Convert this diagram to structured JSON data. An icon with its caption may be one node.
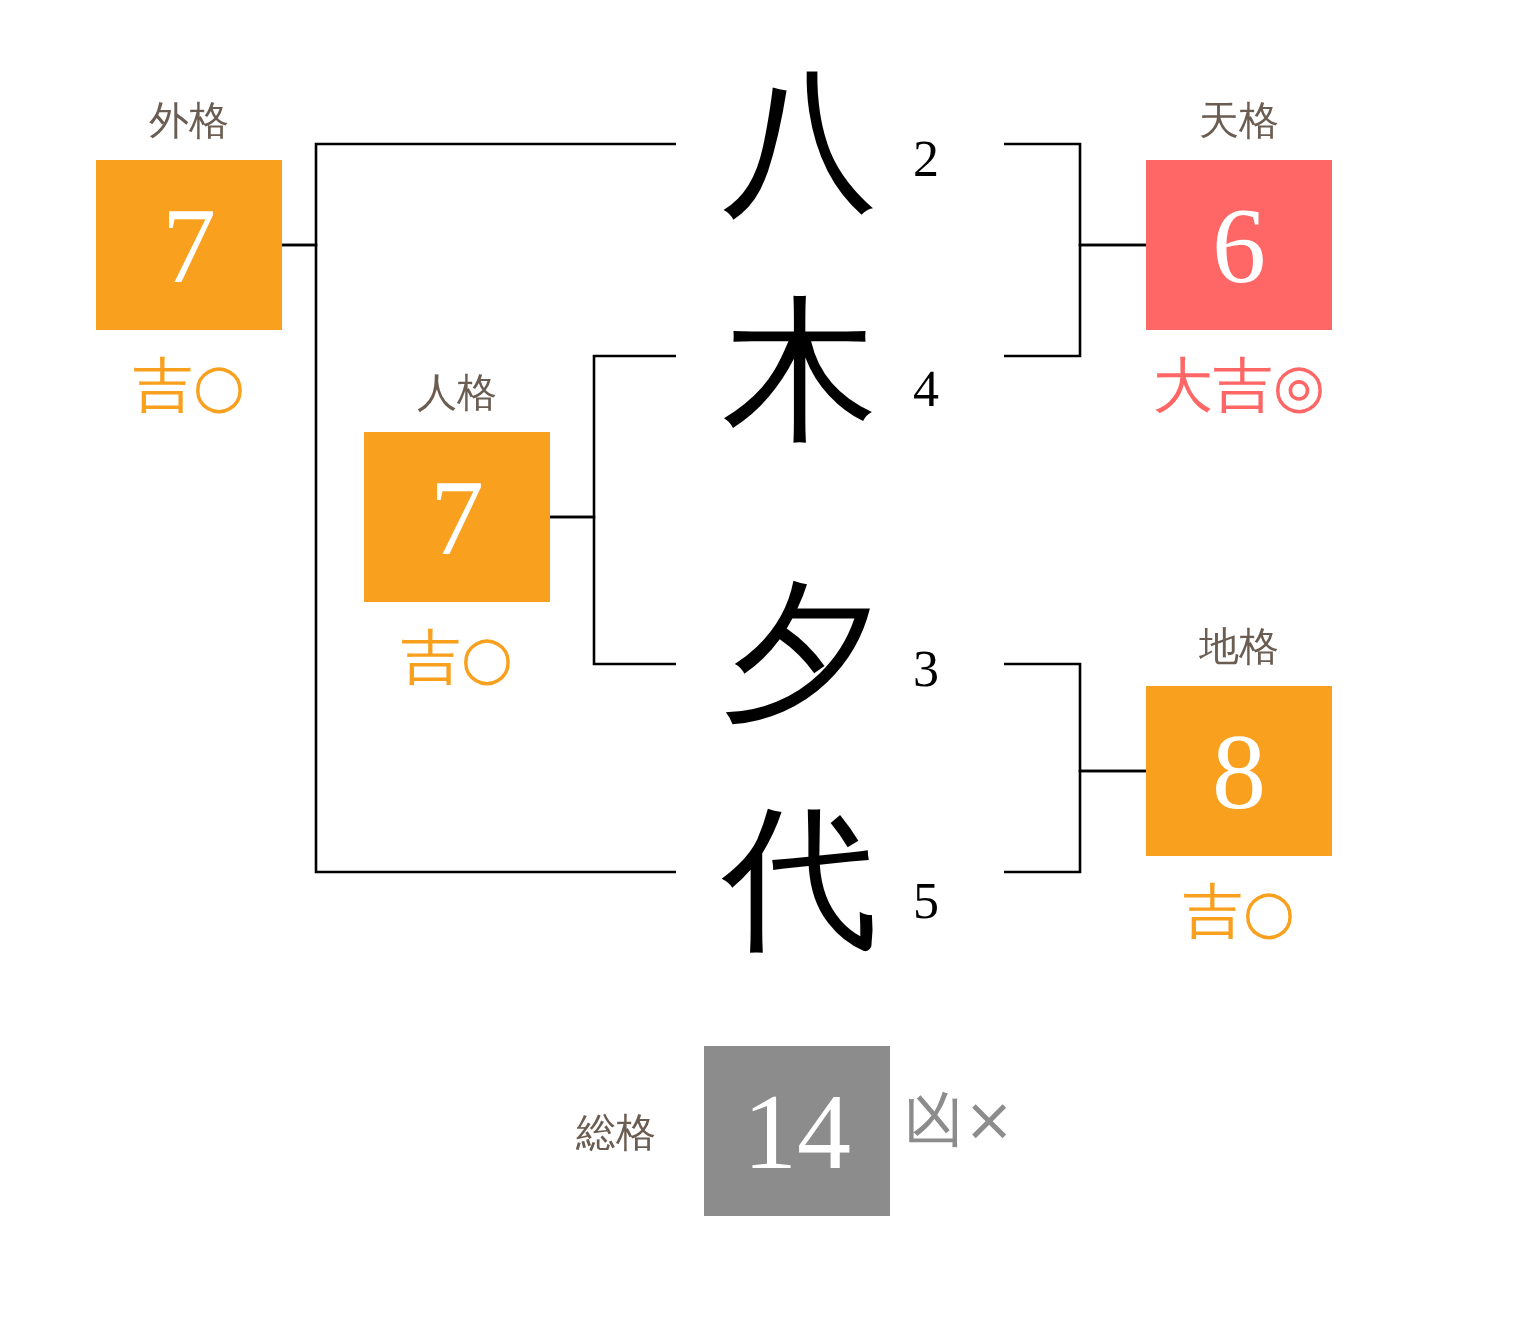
{
  "diagram": {
    "nodes": [
      {
        "text": [
          "外格",
          "7"
        ],
        "beside": [
          "吉○"
        ]
      },
      {
        "text": [
          "八"
        ],
        "beside": [
          "2"
        ]
      },
      {
        "text": [
          "天格",
          "6"
        ],
        "beside": [
          "大吉◎"
        ]
      },
      {
        "text": [
          "人格",
          "7"
        ],
        "beside": [
          "吉○"
        ]
      },
      {
        "text": [
          "木"
        ],
        "beside": [
          "4"
        ]
      },
      {
        "text": [
          "夕"
        ],
        "beside": [
          "3"
        ]
      },
      {
        "text": [
          "地格",
          "8"
        ],
        "beside": [
          "吉○"
        ]
      },
      {
        "text": [
          "代"
        ],
        "beside": [
          "5"
        ]
      },
      {
        "text": [
          "総格",
          "14"
        ],
        "beside": [
          "凶×"
        ]
      }
    ],
    "edges": [
      {
        "from": 0,
        "to": 1,
        "arrow": "none"
      },
      {
        "from": 0,
        "to": 7,
        "arrow": "none"
      },
      {
        "from": 2,
        "to": 1,
        "arrow": "none"
      },
      {
        "from": 2,
        "to": 4,
        "arrow": "none"
      },
      {
        "from": 3,
        "to": 4,
        "arrow": "none"
      },
      {
        "from": 3,
        "to": 5,
        "arrow": "none"
      },
      {
        "from": 6,
        "to": 5,
        "arrow": "none"
      },
      {
        "from": 6,
        "to": 7,
        "arrow": "none"
      }
    ]
  }
}
